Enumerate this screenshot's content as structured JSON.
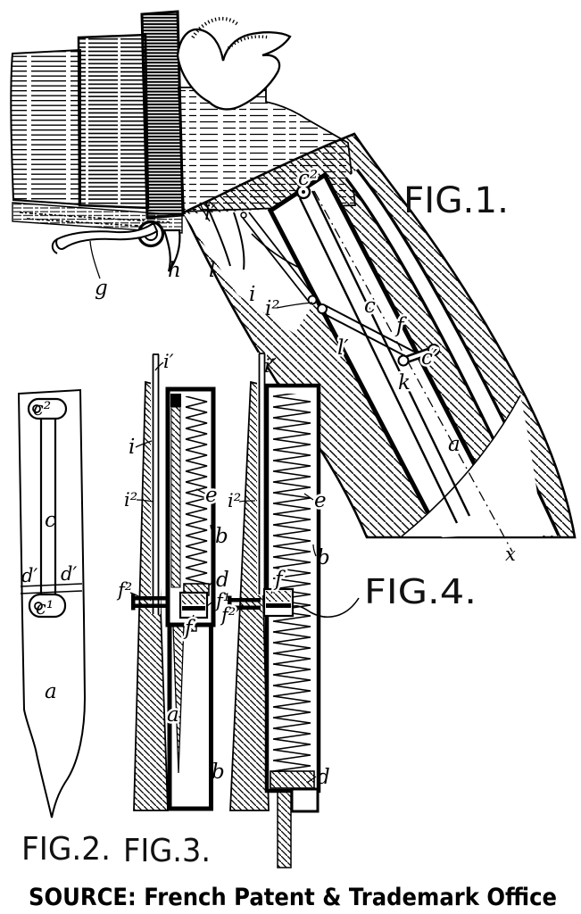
{
  "page": {
    "background": "#ffffff",
    "ink": "#000000"
  },
  "source_line": "SOURCE: French Patent & Trademark Office",
  "fig1": {
    "caption": "FIG.1.",
    "labels": {
      "i_prime": "i′",
      "g": "g",
      "h": "h",
      "l": "l",
      "i": "i",
      "i2": "i²",
      "c": "c",
      "l1": "l′",
      "f": "f",
      "c_prime": "c′",
      "k": "k",
      "c2": "c²",
      "a": "a",
      "x_mark": "x"
    }
  },
  "fig2": {
    "caption": "FIG.2.",
    "labels": {
      "c2": "c²",
      "c": "c",
      "d_left": "d′",
      "d_right": "d′",
      "c1": "c¹",
      "a": "a"
    }
  },
  "fig3": {
    "caption": "FIG.3.",
    "labels": {
      "i_prime": "i′",
      "i": "i",
      "i2": "i²",
      "e": "e",
      "b_upper": "b",
      "d": "d",
      "f1": "f¹",
      "f2": "f²",
      "f": "f",
      "a": "a",
      "b_lower": "b"
    }
  },
  "fig4": {
    "caption": "FIG.4.",
    "labels": {
      "i_prime": "i′",
      "i2": "i²",
      "e": "e",
      "b": "b",
      "f": "f",
      "f2": "f²",
      "d": "d"
    }
  }
}
